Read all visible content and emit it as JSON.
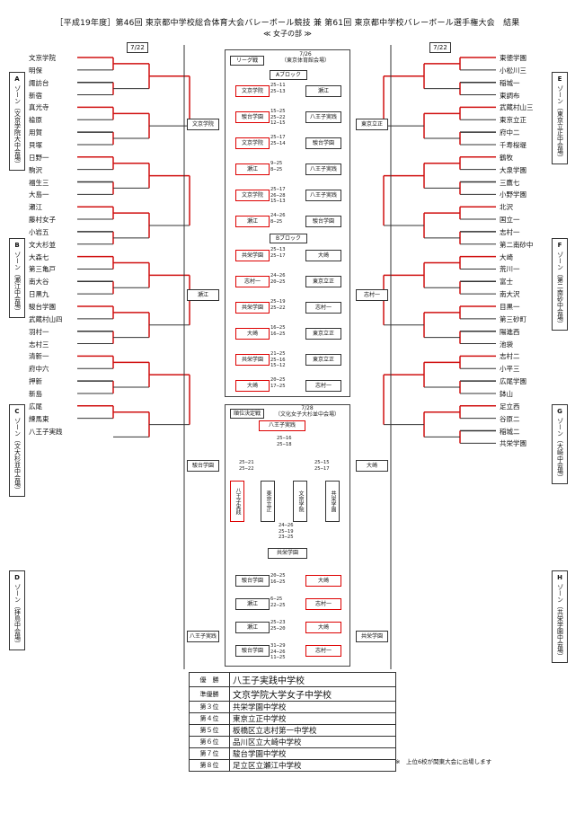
{
  "title": "［平成19年度］第46回 東京都中学校総合体育大会バレーボール競技 兼 第61回 東京都中学校バレーボール選手権大会　結果",
  "subtitle": "≪ 女子の部 ≫",
  "date_left": "7/22",
  "date_right": "7/22",
  "left_teams": [
    "文京学院",
    "明保",
    "諏訪台",
    "新宿",
    "真光寺",
    "楡原",
    "用賀",
    "貝塚",
    "日野一",
    "駒沢",
    "福生三",
    "大島一",
    "瀬江",
    "藤村女子",
    "小岩五",
    "文大杉並",
    "大森七",
    "第三亀戸",
    "南大谷",
    "日黒九",
    "駿台学園",
    "武蔵村山四",
    "羽村一",
    "志村三",
    "清新一",
    "府中六",
    "押新",
    "新島",
    "広尾",
    "練馬東",
    "八王子実践"
  ],
  "right_teams": [
    "東徳学園",
    "小松川三",
    "稲城一",
    "東調布",
    "武蔵村山三",
    "東京立正",
    "府中二",
    "千寿桜堤",
    "鶴牧",
    "大泉学園",
    "三鷹七",
    "小野学園",
    "北沢",
    "国立一",
    "志村一",
    "第二南砂中",
    "大崎",
    "荒川一",
    "富士",
    "南大沢",
    "目黒一",
    "第三砂町",
    "陽進西",
    "池袋",
    "志村二",
    "小平三",
    "広尾学園",
    "鉢山",
    "足立西",
    "谷原二",
    "稲城二",
    "共栄学園"
  ],
  "zones": [
    {
      "letter": "A",
      "text": "ゾーン（文京学院大中会場）"
    },
    {
      "letter": "B",
      "text": "ゾーン（瀬江中会場）"
    },
    {
      "letter": "C",
      "text": "ゾーン（文大杉並中会場）"
    },
    {
      "letter": "D",
      "text": "ゾーン（拝島中会場）"
    },
    {
      "letter": "E",
      "text": "ゾーン（東京立正中会場）"
    },
    {
      "letter": "F",
      "text": "ゾーン（第二南砂中会場）"
    },
    {
      "letter": "G",
      "text": "ゾーン（大崎中会場）"
    },
    {
      "letter": "H",
      "text": "ゾーン（共栄学園中会場）"
    }
  ],
  "zone_winners_left": [
    "文京学院",
    "瀬江",
    "駿台学園",
    "八王子実践"
  ],
  "zone_winners_right": [
    "東京立正",
    "志村一",
    "大崎",
    "共栄学園"
  ],
  "block_header": "リーグ戦",
  "block_date": "7/26\n（東京体育館会場）",
  "block_a_label": "Aブロック",
  "block_b_label": "Bブロック",
  "block_a": [
    {
      "l": "文京学院",
      "s": "25−11\n25−13",
      "r": "瀬江"
    },
    {
      "l": "駿台学園",
      "s": "15−25\n25−22\n12−15",
      "r": "八王子実践"
    },
    {
      "l": "文京学院",
      "s": "25−17\n25−14",
      "r": "駿台学園"
    },
    {
      "l": "瀬江",
      "s": "9−25\n8−25",
      "r": "八王子実践"
    },
    {
      "l": "文京学院",
      "s": "25−17\n26−28\n15−13",
      "r": "八王子実践"
    },
    {
      "l": "瀬江",
      "s": "24−26\n8−25",
      "r": "駿台学園"
    }
  ],
  "block_b": [
    {
      "l": "共栄学園",
      "s": "25−13\n25−17",
      "r": "大崎"
    },
    {
      "l": "志村一",
      "s": "24−26\n20−25",
      "r": "東京立正"
    },
    {
      "l": "共栄学園",
      "s": "25−19\n25−22",
      "r": "志村一"
    },
    {
      "l": "大崎",
      "s": "16−25\n16−25",
      "r": "東京立正"
    },
    {
      "l": "共栄学園",
      "s": "21−25\n25−16\n15−12",
      "r": "東京立正"
    },
    {
      "l": "大崎",
      "s": "20−25\n17−25",
      "r": "志村一"
    }
  ],
  "final_header": "順位決定戦",
  "final_date": "7/28\n（文化女子大杉並中会場）",
  "champion_box": "八王子実践",
  "final_four": [
    "八王子実践",
    "東京立正",
    "文京学院",
    "共栄学園"
  ],
  "final_scores": {
    "top": "25−16\n25−18",
    "left": "25−21\n25−22",
    "right": "25−15\n25−17",
    "bottom": "24−26\n25−19\n23−25"
  },
  "third_box": "共栄学園",
  "placement_matches": [
    {
      "l": "駿台学園",
      "s": "20−25\n16−25",
      "r": "大崎"
    },
    {
      "l": "瀬江",
      "s": "6−25\n22−25",
      "r": "志村一"
    },
    {
      "l": "瀬江",
      "s": "25−23\n25−20",
      "r": "大崎"
    },
    {
      "l": "駿台学園",
      "s": "31−29\n24−26\n11−25",
      "r": "志村一"
    }
  ],
  "results": [
    {
      "rank": "優　勝",
      "school": "八王子実践中学校"
    },
    {
      "rank": "準優勝",
      "school": "文京学院大学女子中学校"
    },
    {
      "rank": "第３位",
      "school": "共栄学園中学校"
    },
    {
      "rank": "第４位",
      "school": "東京立正中学校"
    },
    {
      "rank": "第５位",
      "school": "板橋区立志村第一中学校"
    },
    {
      "rank": "第６位",
      "school": "品川区立大崎中学校"
    },
    {
      "rank": "第７位",
      "school": "駿台学園中学校"
    },
    {
      "rank": "第８位",
      "school": "足立区立瀬江中学校"
    }
  ],
  "note": "※　上位6校が関東大会に出場します",
  "colors": {
    "winner_line": "#d01010",
    "line": "#333333"
  }
}
